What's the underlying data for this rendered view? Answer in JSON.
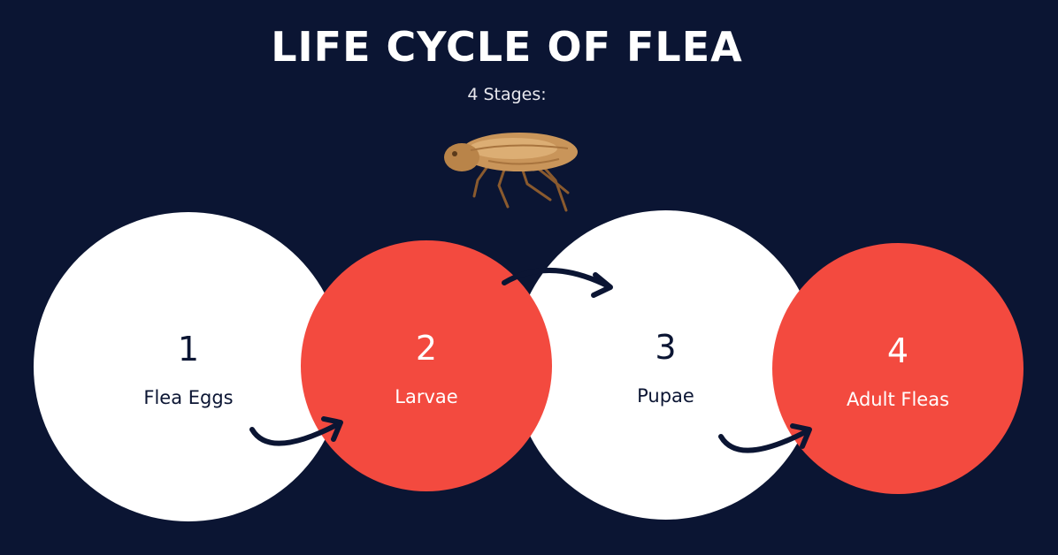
{
  "title": "LIFE CYCLE OF FLEA",
  "subtitle": "4 Stages:",
  "colors": {
    "background": "#0b1533",
    "red": "#f34a3f",
    "white": "#ffffff",
    "arrow": "#0b1533"
  },
  "stages": [
    {
      "number": "1",
      "label": "Flea Eggs"
    },
    {
      "number": "2",
      "label": "Larvae"
    },
    {
      "number": "3",
      "label": "Pupae"
    },
    {
      "number": "4",
      "label": "Adult Fleas"
    }
  ]
}
